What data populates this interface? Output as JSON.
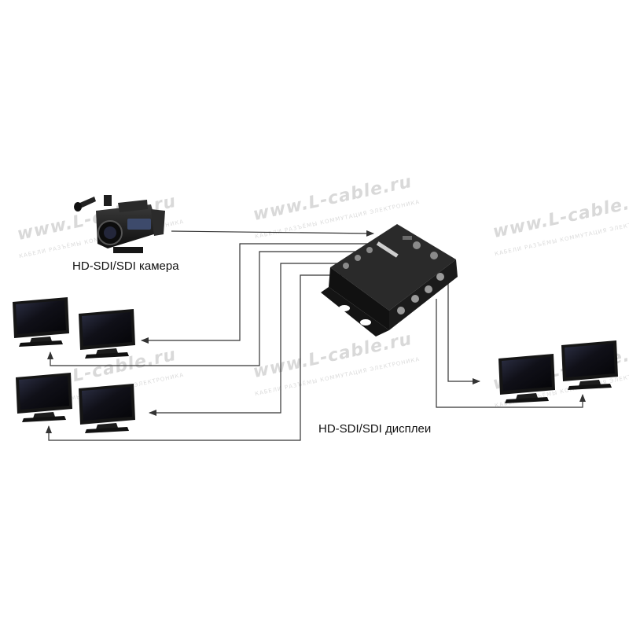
{
  "labels": {
    "camera": "HD-SDI/SDI камера",
    "displays": "HD-SDI/SDI дисплеи"
  },
  "watermark": {
    "text": "www.L-cable.ru",
    "subtext": "КАБЕЛИ РАЗЪЁМЫ КОММУТАЦИЯ ЭЛЕКТРОНИКА"
  },
  "colors": {
    "line": "#333333",
    "device": "#1a1a1a",
    "screen_dark": "#0b0b12",
    "screen_glare": "#3a3f5a"
  },
  "icons": [
    "video-camera-icon",
    "sdi-splitter-icon",
    "display-icon"
  ]
}
